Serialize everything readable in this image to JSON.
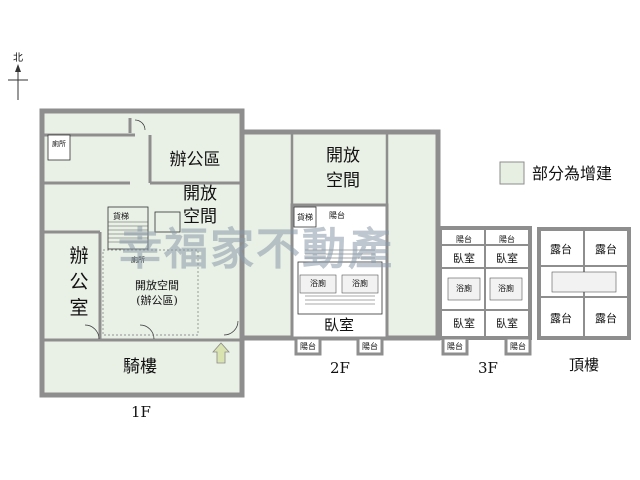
{
  "compass": {
    "label": "北"
  },
  "legend": {
    "label": "部分為增建",
    "swatch_color": "#e6efe2"
  },
  "colors": {
    "wall": "#8e8e8e",
    "fill": "#e9f0e6",
    "line": "#333333"
  },
  "watermark": "幸福家不動產",
  "floors": {
    "f1": {
      "caption": "1F",
      "rooms": {
        "toilet": "廁所",
        "office_area": "辦公區",
        "open_space_line1": "開放",
        "open_space_line2": "空間",
        "freight_lift": "貨梯",
        "toilet2": "廁所",
        "office_room_line1": "辦",
        "office_room_line2": "公",
        "office_room_line3": "室",
        "open_office_line1": "開放空間",
        "open_office_line2": "(辦公區)",
        "arcade": "騎樓"
      }
    },
    "f2": {
      "caption": "2F",
      "rooms": {
        "open_space_line1": "開放",
        "open_space_line2": "空間",
        "freight_lift": "貨梯",
        "balcony_top": "陽台",
        "bath_left": "浴廁",
        "bath_right": "浴廁",
        "bedroom": "臥室",
        "balcony_left": "陽台",
        "balcony_right": "陽台"
      }
    },
    "f3": {
      "caption": "3F",
      "rooms": {
        "balcony_tl": "陽台",
        "balcony_tr": "陽台",
        "bedroom_tl": "臥室",
        "bedroom_tr": "臥室",
        "bath_left": "浴廁",
        "bath_right": "浴廁",
        "bedroom_bl": "臥室",
        "bedroom_br": "臥室",
        "balcony_bl": "陽台",
        "balcony_br": "陽台"
      }
    },
    "roof": {
      "caption": "頂樓",
      "rooms": {
        "terrace_tl": "露台",
        "terrace_tr": "露台",
        "terrace_bl": "露台",
        "terrace_br": "露台"
      }
    }
  }
}
